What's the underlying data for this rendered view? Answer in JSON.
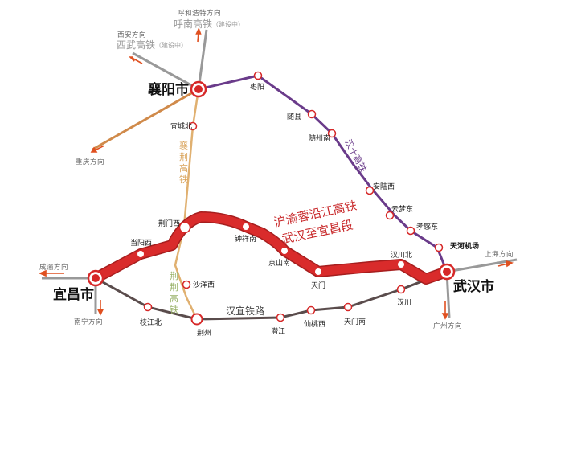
{
  "map": {
    "title_line1": "沪渝蓉沿江高铁",
    "title_line2": "武汉至宜昌段",
    "colors": {
      "main_line": "#d92b2b",
      "main_line_dark": "#a61e1e",
      "hanshi": "#6a3b8a",
      "xiangjing": "#e0b070",
      "jingjing_label": "#9ab36a",
      "hanyi": "#5a4c4c",
      "chongqing_dir": "#d08a4a",
      "gray_line": "#999999",
      "station_ring": "#d62828",
      "arrow": "#e05020"
    },
    "cities": {
      "xiangyang": "襄阳市",
      "yichang": "宜昌市",
      "wuhan": "武汉市"
    },
    "directions": {
      "hohhot": "呼和浩特方向",
      "xian": "西安方向",
      "chongqing": "重庆方向",
      "chengyu": "成渝方向",
      "nanning": "南宁方向",
      "shanghai": "上海方向",
      "guangzhou": "广州方向"
    },
    "lines": {
      "hunan": "呼南高铁",
      "hunan_status": "（建设中）",
      "xiwu": "西武高铁",
      "xiwu_status": "（建设中）",
      "hanshi": "汉十高铁",
      "xiangjing": "襄荆高铁",
      "jingjing": "荆荆高铁",
      "hanyi": "汉宜铁路"
    },
    "stations": {
      "zaoyang": "枣阳",
      "suixian": "随县",
      "suizhounan": "随州南",
      "anluxi": "安陆西",
      "yunmengdong": "云梦东",
      "xiaogandong": "孝感东",
      "tianhe_airport": "天河机场",
      "yichengbei": "宜城北",
      "jingmenxi": "荆门西",
      "dangyangxi": "当阳西",
      "zhongxiangnan": "钟祥南",
      "jingshannan": "京山南",
      "tianmen": "天门",
      "hanchuanbei": "汉川北",
      "shayangxi": "沙洋西",
      "zhijiangbei": "枝江北",
      "jingzhou": "荆州",
      "qianjiang": "潜江",
      "xiantaoxi": "仙桃西",
      "tianmennan": "天门南",
      "hanchuan": "汉川"
    }
  }
}
